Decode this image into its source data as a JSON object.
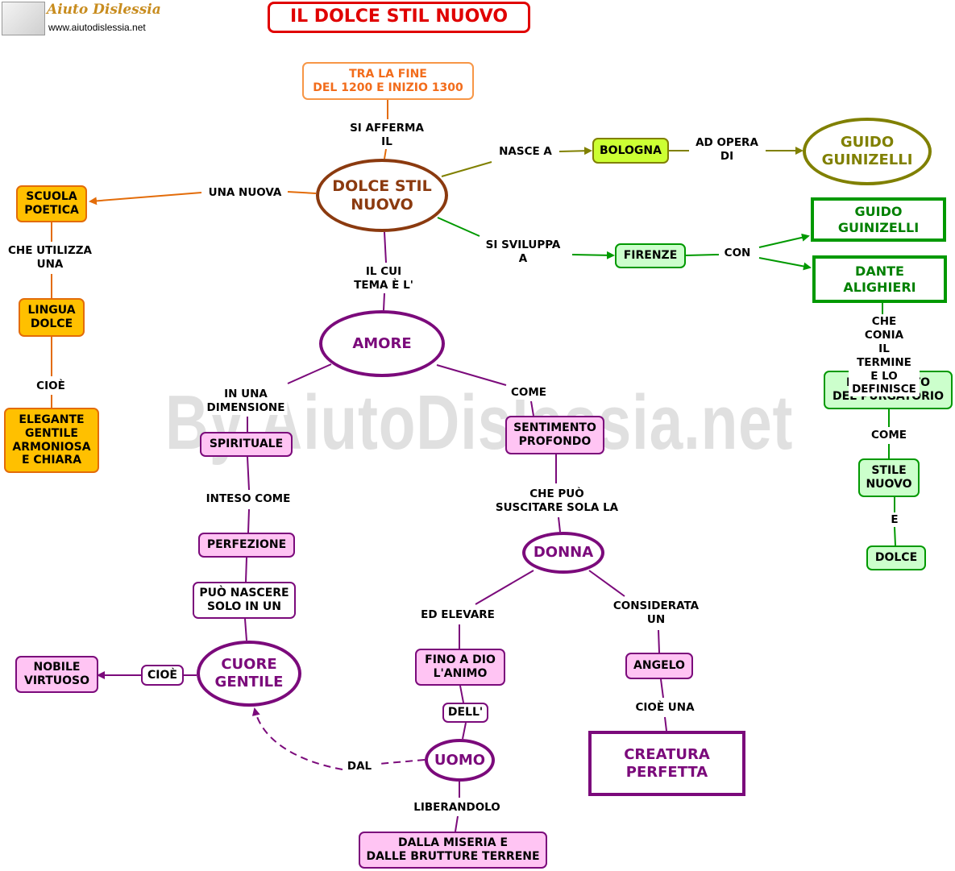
{
  "header": {
    "logo_text": "Aiuto Dislessia",
    "site_url": "www.aiutodislessia.net",
    "title": "IL DOLCE STIL NUOVO"
  },
  "watermark": "By AiutoDislessia.net",
  "nodes": {
    "period": "TRA LA FINE\nDEL 1200 E INIZIO 1300",
    "center": "DOLCE STIL\nNUOVO",
    "bologna": "BOLOGNA",
    "guinizelli_top": "GUIDO\nGUINIZELLI",
    "firenze": "FIRENZE",
    "guinizelli_box": "GUIDO\nGUINIZELLI",
    "dante": "DANTE\nALIGHIERI",
    "canto": "IN UN CANTO\nDEL PURGATORIO",
    "stile_nuovo": "STILE\nNUOVO",
    "dolce": "DOLCE",
    "scuola": "SCUOLA\nPOETICA",
    "lingua": "LINGUA\nDOLCE",
    "elegante": "ELEGANTE\nGENTILE\nARMONIOSA\nE CHIARA",
    "amore": "AMORE",
    "spirituale": "SPIRITUALE",
    "perfezione": "PERFEZIONE",
    "puo_nascere": "PUÒ NASCERE\nSOLO IN UN",
    "cuore": "CUORE\nGENTILE",
    "nobile": "NOBILE\nVIRTUOSO",
    "cioe_box": "CIOÈ",
    "sentimento": "SENTIMENTO\nPROFONDO",
    "donna": "DONNA",
    "fino_a_dio": "FINO A DIO\nL'ANIMO",
    "dell": "DELL'",
    "uomo": "UOMO",
    "miseria": "DALLA MISERIA E\nDALLE BRUTTURE TERRENE",
    "angelo": "ANGELO",
    "creatura": "CREATURA\nPERFETTA"
  },
  "labels": {
    "si_afferma": "SI AFFERMA\nIL",
    "nasce_a": "NASCE A",
    "ad_opera_di": "AD OPERA\nDI",
    "si_sviluppa": "SI SVILUPPA\nA",
    "con": "CON",
    "che_conia": "CHE CONIA\nIL TERMINE\nE LO DEFINISCE",
    "come_right": "COME",
    "e": "E",
    "una_nuova": "UNA NUOVA",
    "che_utilizza": "CHE UTILIZZA\nUNA",
    "cioe_left": "CIOÈ",
    "il_cui_tema": "IL CUI\nTEMA È L'",
    "in_una_dimensione": "IN UNA\nDIMENSIONE",
    "inteso_come": "INTESO COME",
    "come_mid": "COME",
    "che_puo": "CHE PUÒ\nSUSCITARE SOLA LA",
    "ed_elevare": "ED ELEVARE",
    "considerata_un": "CONSIDERATA\nUN",
    "cioe_una": "CIOÈ  UNA",
    "dal": "DAL",
    "liberandolo": "LIBERANDOLO"
  }
}
